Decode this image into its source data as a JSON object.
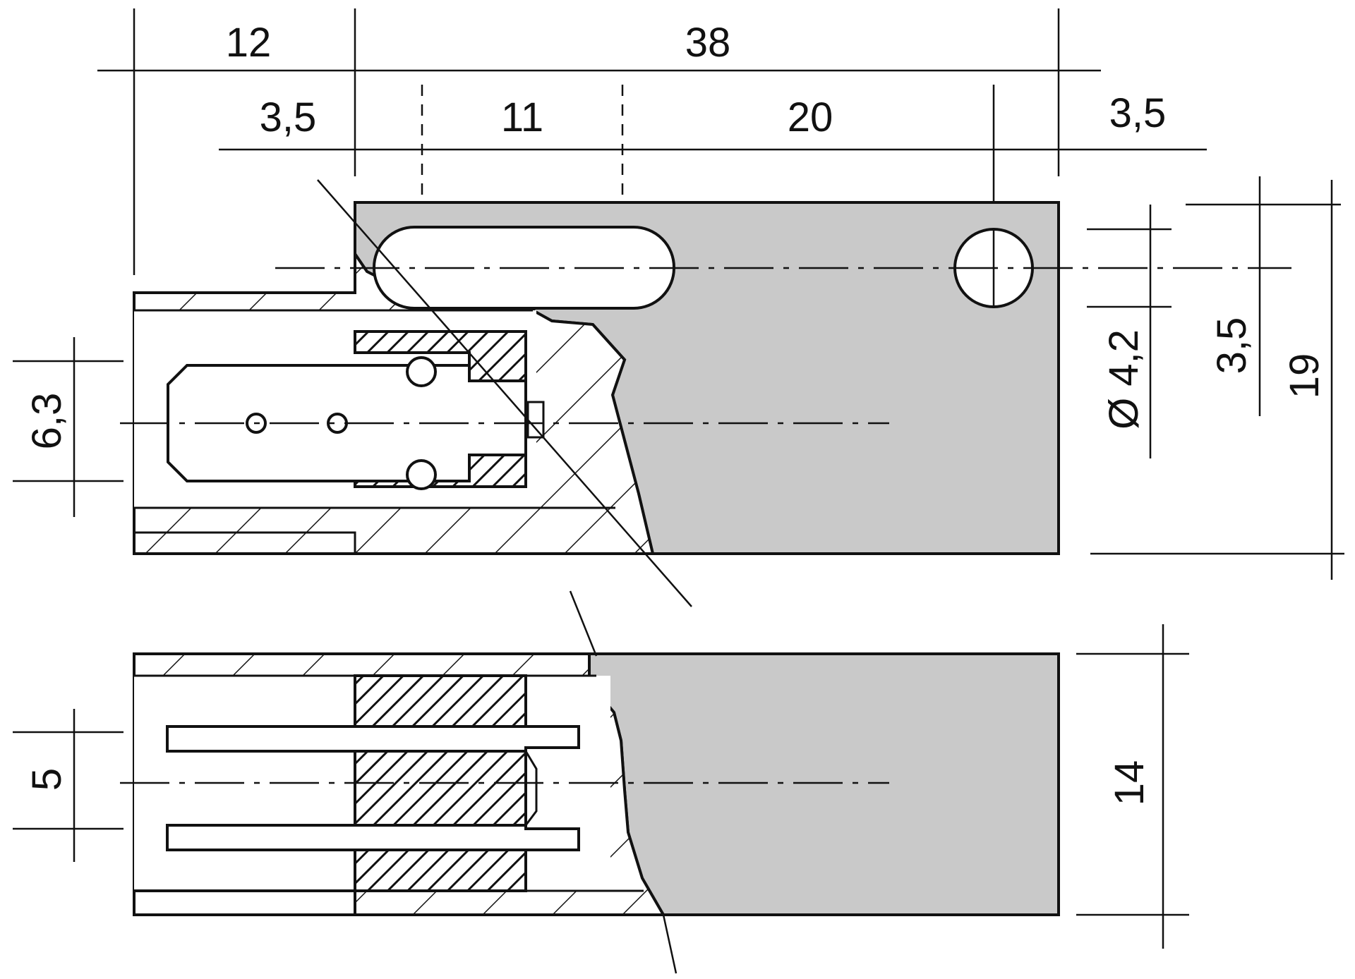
{
  "colors": {
    "ink": "#111111",
    "housing_fill": "#c9c9c9",
    "background": "#ffffff"
  },
  "dimensions": {
    "top_left_width": "12",
    "top_overall_width": "38",
    "left_offset": "3,5",
    "slot_length": "11",
    "hole_spacing": "20",
    "right_offset": "3,5",
    "hole_diameter": "Ø 4,2",
    "hole_height": "3,5",
    "overall_height_top": "19",
    "pin_height_top": "6,3",
    "pin_spacing_bottom": "5",
    "overall_height_bottom": "14"
  }
}
